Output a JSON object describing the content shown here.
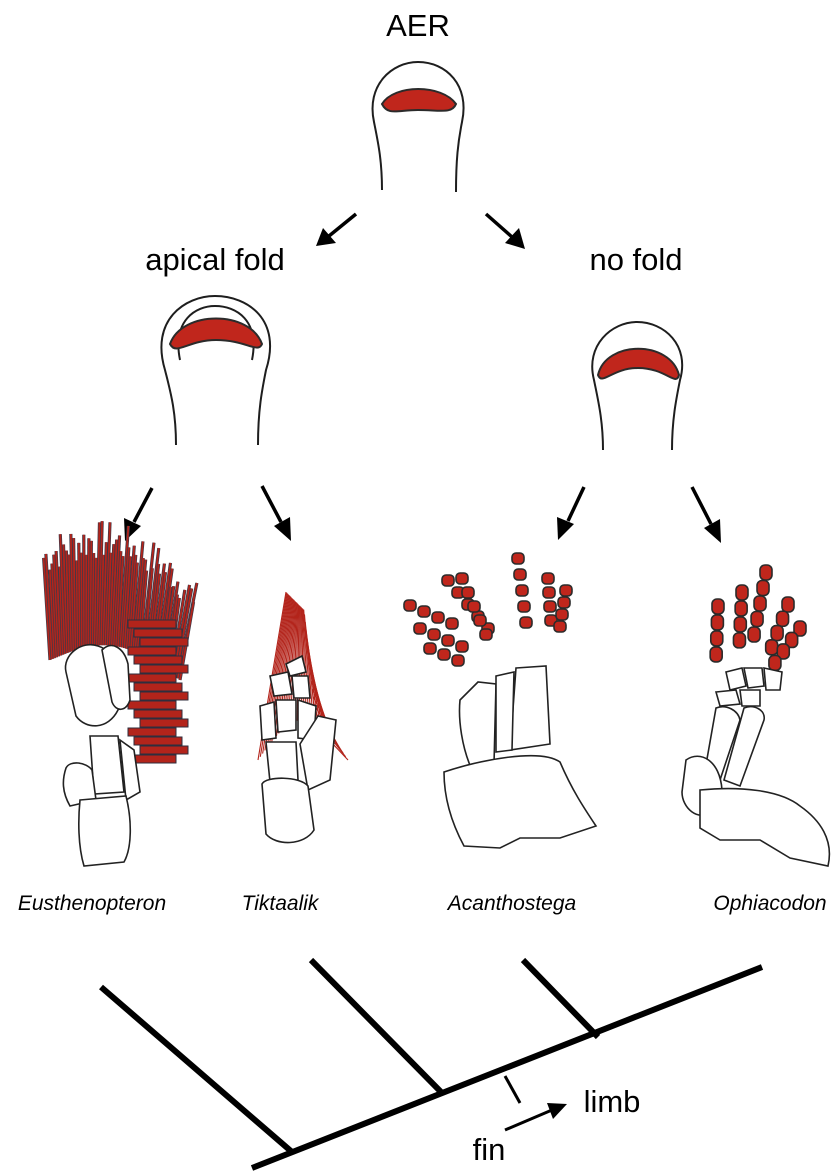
{
  "headings": {
    "aer": "AER",
    "apical_fold": "apical fold",
    "no_fold": "no fold"
  },
  "taxa": [
    "Eusthenopteron",
    "Tiktaalik",
    "Acanthostega",
    "Ophiacodon"
  ],
  "tree": {
    "fin": "fin",
    "limb": "limb"
  },
  "colors": {
    "aer_red": "#c0261c",
    "outline": "#1e1e1e"
  }
}
